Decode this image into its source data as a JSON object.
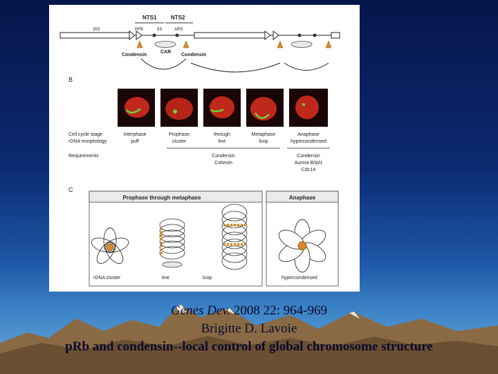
{
  "figure": {
    "panel_a": {
      "nts1_label": "NTS1",
      "nts2_label": "NTS2",
      "label_35s": "35S",
      "label_rfb": "RFB",
      "label_5s": "5S",
      "label_ars": "ARS",
      "condensin_left": "Condensin",
      "car_label": "CAR",
      "condensin_right": "Condensin"
    },
    "panel_b": {
      "letter": "B",
      "row_labels": {
        "stage": "Cell cycle stage",
        "morphology": "rDNA morphology",
        "requirements": "Requirements"
      },
      "stages": [
        {
          "stage": "Interphase",
          "morph": "puff"
        },
        {
          "stage": "Prophase",
          "morph": "cluster"
        },
        {
          "stage": "through",
          "morph": "line"
        },
        {
          "stage": "Metaphase",
          "morph": "loop"
        },
        {
          "stage": "Anaphase",
          "morph": "hypercondensed"
        }
      ],
      "req_group1": [
        "Condensin",
        "Cohesin"
      ],
      "req_group2": [
        "Condensin",
        "Aurora B/Ipl1",
        "Cdc14"
      ]
    },
    "panel_c": {
      "letter": "C",
      "box1_title": "Prophase through metaphase",
      "box2_title": "Anaphase",
      "labels": [
        "rDNA cluster",
        "line",
        "loop",
        "hypercondensed"
      ]
    }
  },
  "caption": {
    "journal": "Genes Dev.",
    "citation": "2008 22: 964-969",
    "author": "Brigitte D. Lavoie",
    "title": "pRb and condensin--local control of global chromosome structure"
  },
  "colors": {
    "background_top": "#06154a",
    "background_bottom": "#6fa9d8",
    "condensin_marker": "#d98b2b",
    "fluorescence_red": "#c0281c",
    "fluorescence_green": "#6cd13a"
  }
}
